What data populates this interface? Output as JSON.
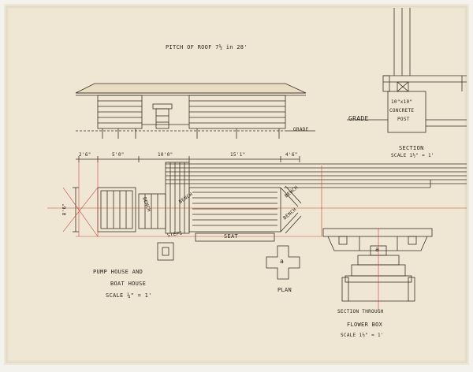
{
  "labels": {
    "pitch": "PITCH OF ROOF 7½ in 28'",
    "grade_elev": "GRADE",
    "grade_section": "GRADE",
    "post_line1": "10\"x10\"",
    "post_line2": "CONCRETE",
    "post_line3": "POST",
    "section_title": "SECTION",
    "section_scale": "SCALE 1½\" = 1'",
    "dim_1": "2'6\"",
    "dim_2": "5'0\"",
    "dim_3": "10'0\"",
    "dim_4": "15'1\"",
    "dim_5": "4'6\"",
    "dim_side": "8'6\"",
    "bench_left": "BENCH",
    "bench_mid": "BENCH",
    "bench_r1": "BENCH",
    "bench_r2": "BENCH",
    "steps": "STEPS",
    "seat": "SEAT",
    "title_1": "PUMP HOUSE AND",
    "title_2": "BOAT HOUSE",
    "title_3": "SCALE ¼\" = 1'",
    "plan_mark": "a",
    "plan_label": "PLAN",
    "flower_mark": "a",
    "flower_1": "SECTION THROUGH",
    "flower_2": "FLOWER BOX",
    "flower_3": "SCALE 1½\" = 1'"
  },
  "colors": {
    "paper": "#efe6d3",
    "ink": "#2c2620",
    "red_line": "#c8453a"
  }
}
